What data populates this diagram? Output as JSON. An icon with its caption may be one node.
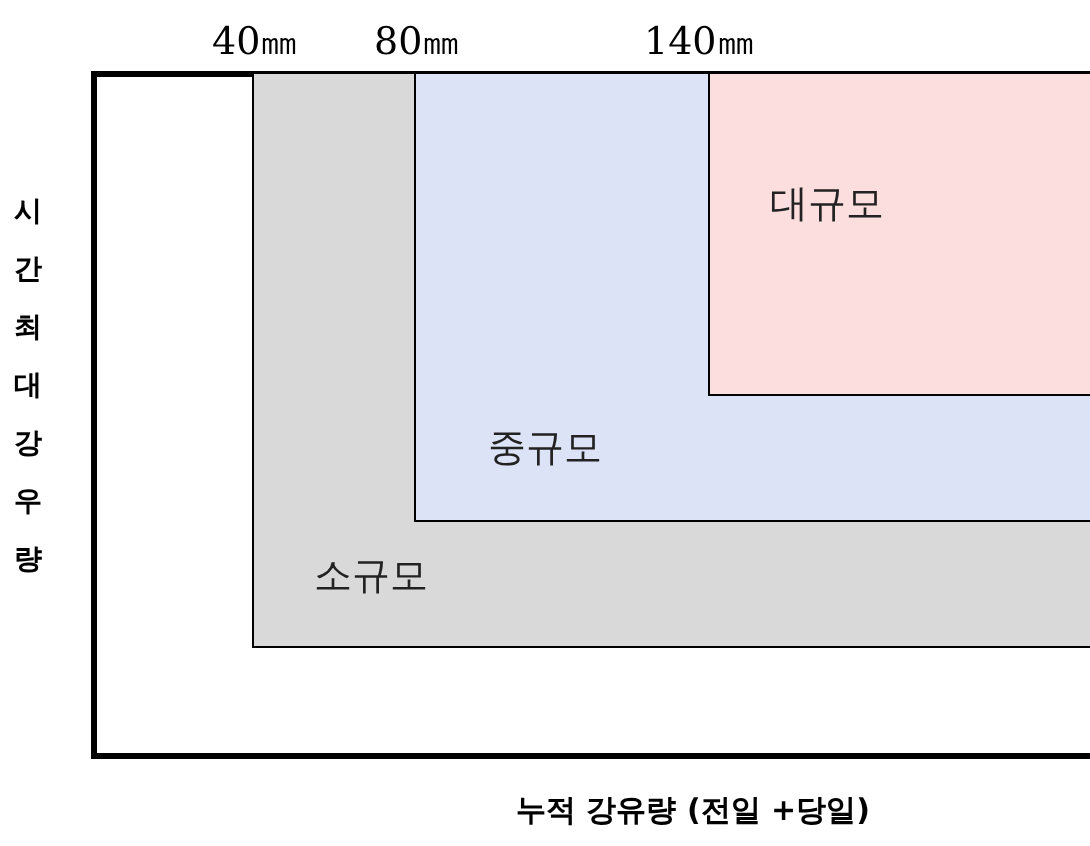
{
  "diagram": {
    "nodes": [
      {
        "text": [
          "소규모"
        ]
      },
      {
        "text": [
          "중규모"
        ],
        "in": 0
      },
      {
        "text": [
          "대규모"
        ],
        "in": 1
      }
    ],
    "edges": [],
    "labels": [
      "40㎜",
      "80㎜",
      "140㎜",
      "시간최대강우량",
      "누적 강유량 (전일 +당일)"
    ]
  }
}
